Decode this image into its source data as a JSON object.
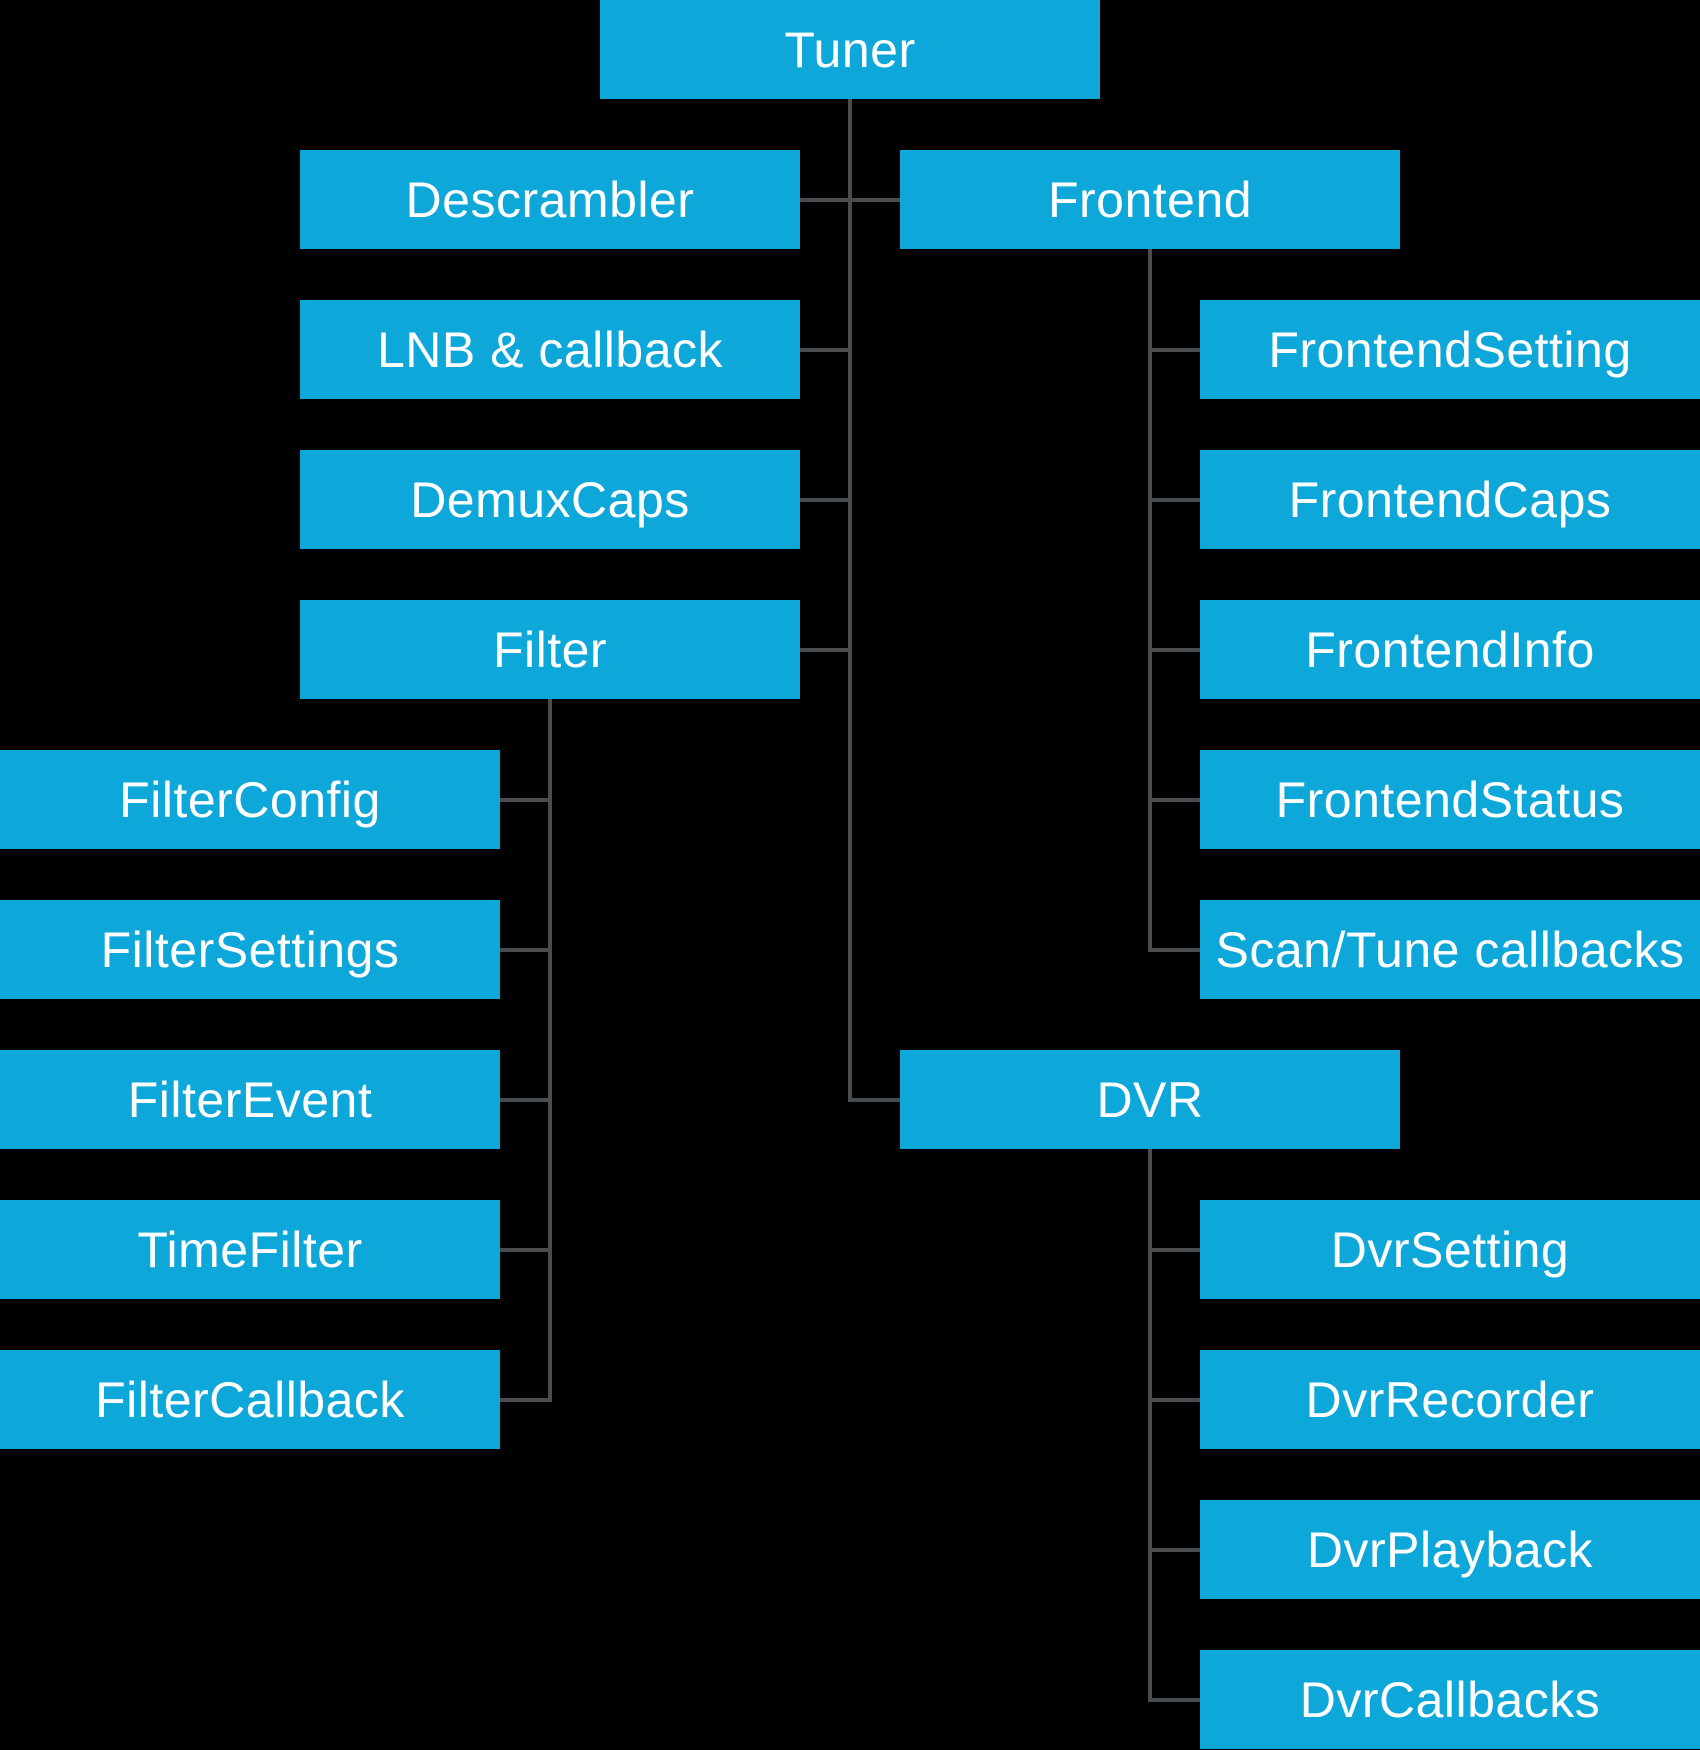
{
  "diagram": {
    "description_label": "Tuner framework hierarchy diagram",
    "background_color": "#000000",
    "node_fill_color": "#0DA7DA",
    "node_text_color": "#FFFFFF",
    "connector_color": "#4A4D4F"
  },
  "nodes": [
    {
      "id": "tuner",
      "label": "Tuner",
      "col": 2,
      "row": 0
    },
    {
      "id": "descrambler",
      "label": "Descrambler",
      "col": 1,
      "row": 1
    },
    {
      "id": "frontend",
      "label": "Frontend",
      "col": 3,
      "row": 1
    },
    {
      "id": "lnb-callback",
      "label": "LNB & callback",
      "col": 1,
      "row": 2
    },
    {
      "id": "frontend-setting",
      "label": "FrontendSetting",
      "col": 4,
      "row": 2
    },
    {
      "id": "demux-caps",
      "label": "DemuxCaps",
      "col": 1,
      "row": 3
    },
    {
      "id": "frontend-caps",
      "label": "FrontendCaps",
      "col": 4,
      "row": 3
    },
    {
      "id": "filter",
      "label": "Filter",
      "col": 1,
      "row": 4
    },
    {
      "id": "frontend-info",
      "label": "FrontendInfo",
      "col": 4,
      "row": 4
    },
    {
      "id": "filter-config",
      "label": "FilterConfig",
      "col": 0,
      "row": 5
    },
    {
      "id": "frontend-status",
      "label": "FrontendStatus",
      "col": 4,
      "row": 5
    },
    {
      "id": "filter-settings",
      "label": "FilterSettings",
      "col": 0,
      "row": 6
    },
    {
      "id": "scan-tune-callbacks",
      "label": "Scan/Tune callbacks",
      "col": 4,
      "row": 6
    },
    {
      "id": "filter-event",
      "label": "FilterEvent",
      "col": 0,
      "row": 7
    },
    {
      "id": "dvr",
      "label": "DVR",
      "col": 3,
      "row": 7
    },
    {
      "id": "time-filter",
      "label": "TimeFilter",
      "col": 0,
      "row": 8
    },
    {
      "id": "dvr-setting",
      "label": "DvrSetting",
      "col": 4,
      "row": 8
    },
    {
      "id": "filter-callback",
      "label": "FilterCallback",
      "col": 0,
      "row": 9
    },
    {
      "id": "dvr-recorder",
      "label": "DvrRecorder",
      "col": 4,
      "row": 9
    },
    {
      "id": "dvr-playback",
      "label": "DvrPlayback",
      "col": 4,
      "row": 10
    },
    {
      "id": "dvr-callbacks",
      "label": "DvrCallbacks",
      "col": 4,
      "row": 11
    }
  ],
  "edges": [
    {
      "parent": "tuner",
      "children": [
        "descrambler",
        "frontend",
        "lnb-callback",
        "demux-caps",
        "filter",
        "dvr"
      ]
    },
    {
      "parent": "frontend",
      "children": [
        "frontend-setting",
        "frontend-caps",
        "frontend-info",
        "frontend-status",
        "scan-tune-callbacks"
      ]
    },
    {
      "parent": "filter",
      "children": [
        "filter-config",
        "filter-settings",
        "filter-event",
        "time-filter",
        "filter-callback"
      ]
    },
    {
      "parent": "dvr",
      "children": [
        "dvr-setting",
        "dvr-recorder",
        "dvr-playback",
        "dvr-callbacks"
      ]
    }
  ]
}
